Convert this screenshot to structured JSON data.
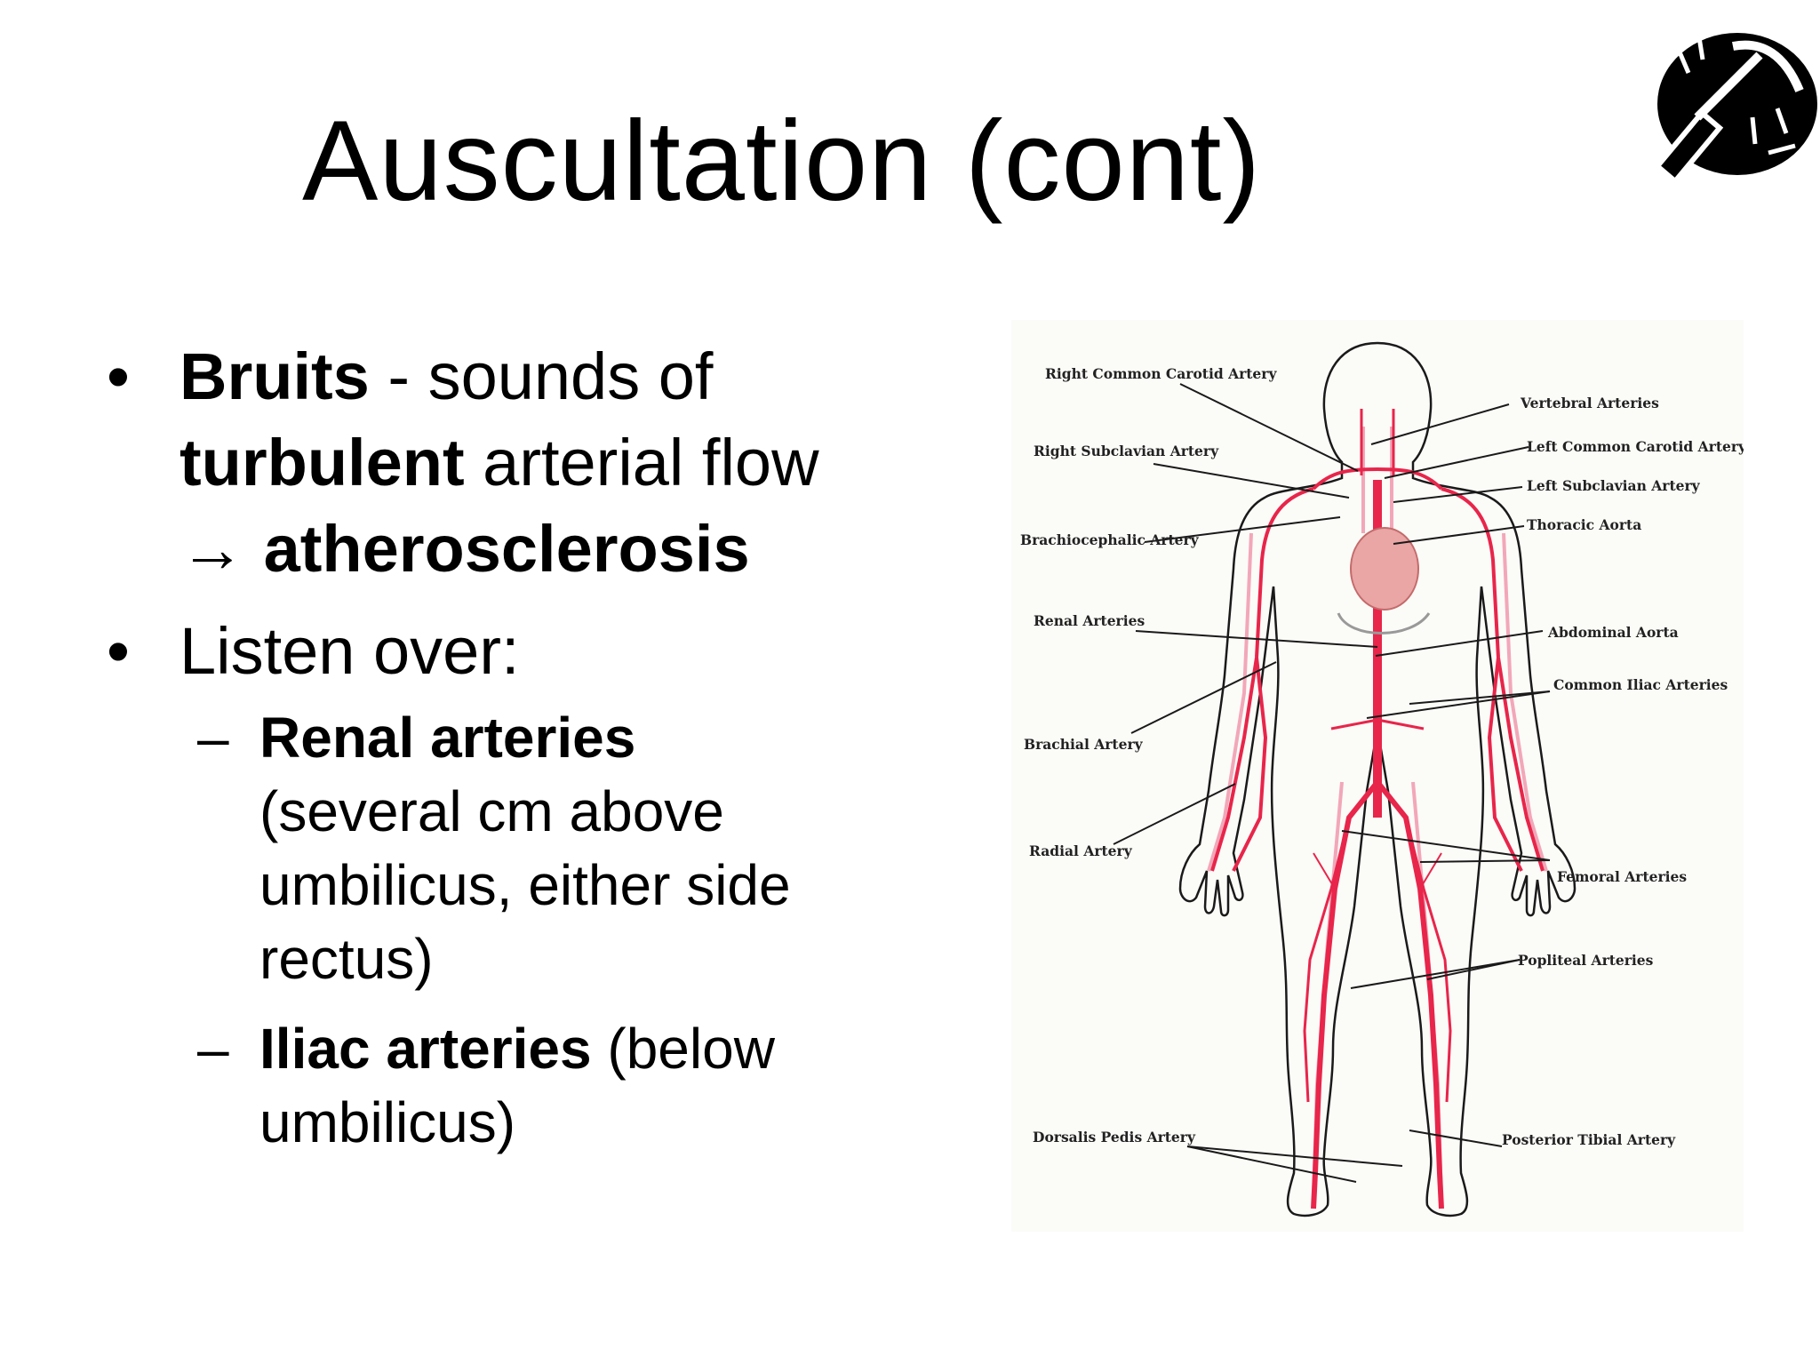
{
  "slide": {
    "title": "Auscultation (cont)"
  },
  "bullets": {
    "bruits": {
      "marker": "•",
      "term": "Bruits",
      "sep": " -  sounds of ",
      "turbulent": "turbulent",
      "arterial_flow": " arterial flow",
      "arrow": "→",
      "athero": "atherosclerosis"
    },
    "listen": {
      "marker": "•",
      "text": "Listen over:"
    },
    "renal": {
      "dash": "–",
      "term": "Renal arteries",
      "detail": "(several  cm above umbilicus, either side rectus)"
    },
    "iliac": {
      "dash": "–",
      "term": "Iliac arteries",
      "detail": " (below umbilicus)"
    }
  },
  "diagram": {
    "labels": {
      "right_common_carotid": "Right Common Carotid Artery",
      "right_subclavian": "Right Subclavian Artery",
      "brachiocephalic": "Brachiocephalic Artery",
      "renal": "Renal Arteries",
      "brachial": "Brachial Artery",
      "radial": "Radial Artery",
      "dorsalis_pedis": "Dorsalis Pedis Artery",
      "vertebral": "Vertebral Arteries",
      "left_common_carotid": "Left Common Carotid Artery",
      "left_subclavian": "Left Subclavian Artery",
      "thoracic_aorta": "Thoracic Aorta",
      "abdominal_aorta": "Abdominal Aorta",
      "common_iliac": "Common Iliac Arteries",
      "femoral": "Femoral Arteries",
      "popliteal": "Popliteal Arteries",
      "posterior_tibial": "Posterior Tibial Artery"
    },
    "colors": {
      "artery": "#e8254a",
      "artery_light": "#f2a7b8",
      "heart": "#eaa5a5",
      "outline": "#1a1a1a"
    }
  },
  "logo": {
    "icon": "reflex-hammer-icon"
  }
}
